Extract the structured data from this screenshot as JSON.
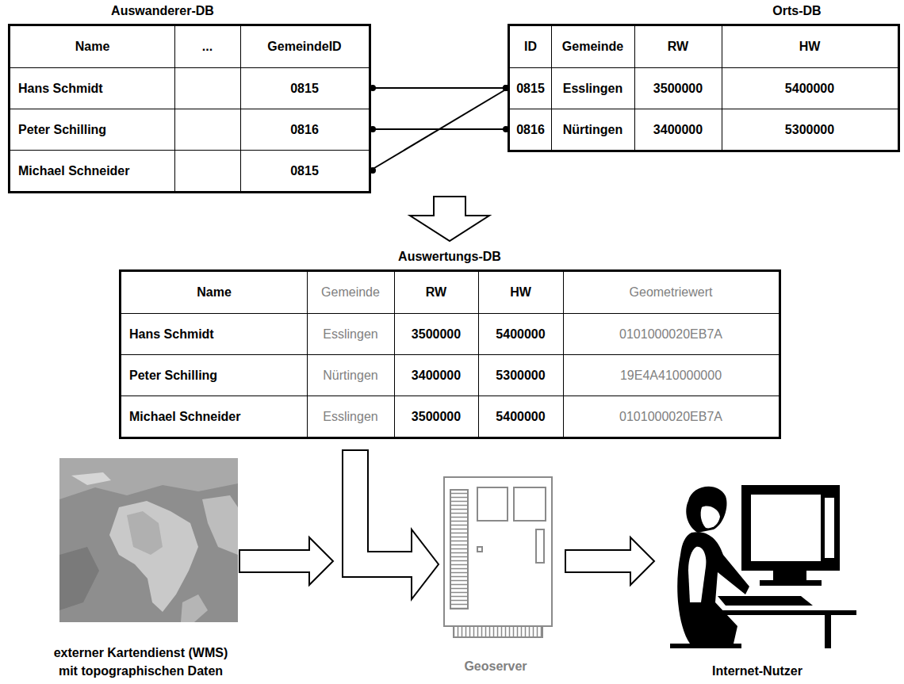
{
  "diagram": {
    "nodes": [
      {
        "text": [
          "Auswanderer-DB"
        ]
      },
      {
        "text": [
          "Name",
          "...",
          "GemeindeID"
        ],
        "in": 0
      },
      {
        "text": [
          "Hans Schmidt",
          "0815"
        ],
        "in": 0
      },
      {
        "text": [
          "Peter Schilling",
          "0816"
        ],
        "in": 0
      },
      {
        "text": [
          "Michael Schneider",
          "0815"
        ],
        "in": 0
      },
      {
        "text": [
          "Orts-DB"
        ]
      },
      {
        "text": [
          "ID",
          "Gemeinde",
          "RW",
          "HW"
        ],
        "in": 5
      },
      {
        "text": [
          "0815",
          "Esslingen",
          "3500000",
          "5400000"
        ],
        "in": 5
      },
      {
        "text": [
          "0816",
          "Nürtingen",
          "3400000",
          "5300000"
        ],
        "in": 5
      },
      {
        "text": [
          "Auswertungs-DB"
        ]
      },
      {
        "text": [
          "Name",
          "Gemeinde",
          "RW",
          "HW",
          "Geometriewert"
        ],
        "in": 9
      },
      {
        "text": [
          "Hans Schmidt",
          "Esslingen",
          "3500000",
          "5400000",
          "0101000020EB7A"
        ],
        "in": 9
      },
      {
        "text": [
          "Peter Schilling",
          "Nürtingen",
          "3400000",
          "5300000",
          "19E4A410000000"
        ],
        "in": 9
      },
      {
        "text": [
          "Michael Schneider",
          "Esslingen",
          "3500000",
          "5400000",
          "0101000020EB7A"
        ],
        "in": 9
      },
      {
        "text": [
          "externer Kartendienst (WMS) mit topographischen Daten"
        ]
      },
      {
        "text": [
          "Geoserver"
        ]
      },
      {
        "text": [
          "Internet-Nutzer"
        ]
      }
    ],
    "edges": [
      {
        "from": 2,
        "to": 7,
        "arrow": "both"
      },
      {
        "from": 3,
        "to": 8,
        "arrow": "both"
      },
      {
        "from": 4,
        "to": 7,
        "arrow": "both"
      },
      {
        "from": 14,
        "to": 15,
        "arrow": "to"
      },
      {
        "from": 9,
        "to": 15,
        "arrow": "to"
      },
      {
        "from": 15,
        "to": 16,
        "arrow": "to"
      }
    ]
  }
}
